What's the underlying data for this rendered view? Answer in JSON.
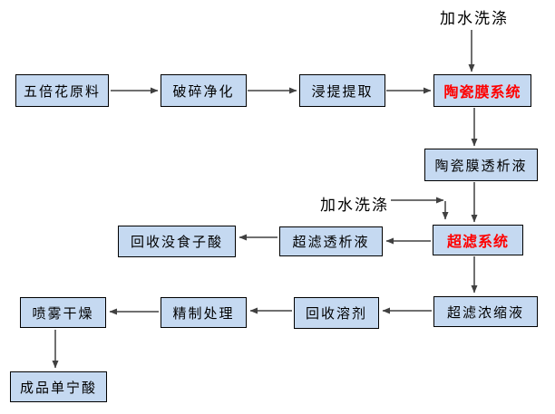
{
  "diagram": {
    "type": "flowchart",
    "language": "zh-CN",
    "free_labels": {
      "wash_top": "加水洗涤",
      "wash_mid": "加水洗涤"
    },
    "nodes": [
      {
        "id": "raw",
        "label": "五倍花原料",
        "emphasis": false
      },
      {
        "id": "crush",
        "label": "破碎净化",
        "emphasis": false
      },
      {
        "id": "extract",
        "label": "浸提提取",
        "emphasis": false
      },
      {
        "id": "ceramic",
        "label": "陶瓷膜系统",
        "emphasis": true
      },
      {
        "id": "ceramic-dialysate",
        "label": "陶瓷膜透析液",
        "emphasis": false
      },
      {
        "id": "uf-dialysate",
        "label": "超滤透析液",
        "emphasis": false
      },
      {
        "id": "uf",
        "label": "超滤系统",
        "emphasis": true
      },
      {
        "id": "gallic",
        "label": "回收没食子酸",
        "emphasis": false
      },
      {
        "id": "uf-concentrate",
        "label": "超滤浓缩液",
        "emphasis": false
      },
      {
        "id": "solvent",
        "label": "回收溶剂",
        "emphasis": false
      },
      {
        "id": "refine",
        "label": "精制处理",
        "emphasis": false
      },
      {
        "id": "spray",
        "label": "喷雾干燥",
        "emphasis": false
      },
      {
        "id": "product",
        "label": "成品单宁酸",
        "emphasis": false
      }
    ],
    "edges": [
      {
        "from": "wash_top-label",
        "to": "ceramic"
      },
      {
        "from": "raw",
        "to": "crush"
      },
      {
        "from": "crush",
        "to": "extract"
      },
      {
        "from": "extract",
        "to": "ceramic"
      },
      {
        "from": "ceramic",
        "to": "ceramic-dialysate"
      },
      {
        "from": "ceramic-dialysate",
        "to": "uf"
      },
      {
        "from": "wash_mid-label",
        "to": "uf"
      },
      {
        "from": "uf",
        "to": "uf-dialysate"
      },
      {
        "from": "uf-dialysate",
        "to": "gallic"
      },
      {
        "from": "uf",
        "to": "uf-concentrate"
      },
      {
        "from": "uf-concentrate",
        "to": "solvent"
      },
      {
        "from": "solvent",
        "to": "refine"
      },
      {
        "from": "refine",
        "to": "spray"
      },
      {
        "from": "spray",
        "to": "product"
      }
    ],
    "colors": {
      "node_fill": "#c5d9f1",
      "node_border": "#000000",
      "arrow": "#404040",
      "text": "#000000",
      "emphasis_text": "#ff0000",
      "background": "#ffffff"
    }
  }
}
